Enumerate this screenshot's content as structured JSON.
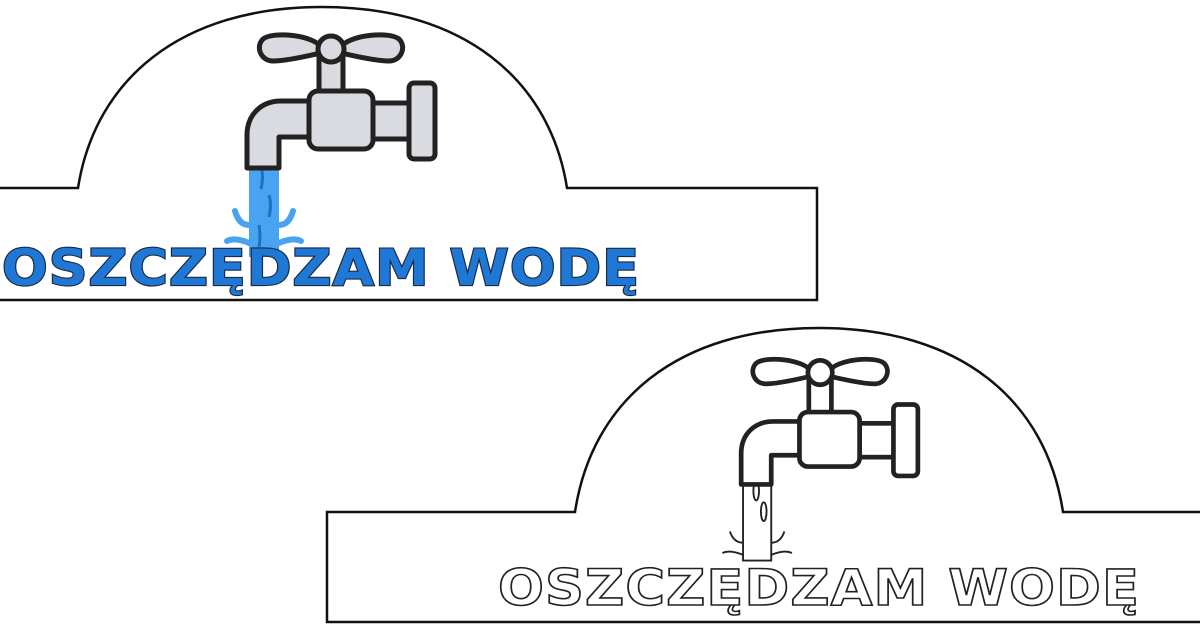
{
  "headbands": [
    {
      "variant": "color",
      "text": "OSZCZĘDZAM WODĘ",
      "text_color": "#1f78d6",
      "water_color": "#4aa3f0",
      "icon": "faucet-icon"
    },
    {
      "variant": "outline",
      "text": "OSZCZĘDZAM WODĘ",
      "text_color": "#ffffff",
      "icon": "faucet-icon"
    }
  ]
}
